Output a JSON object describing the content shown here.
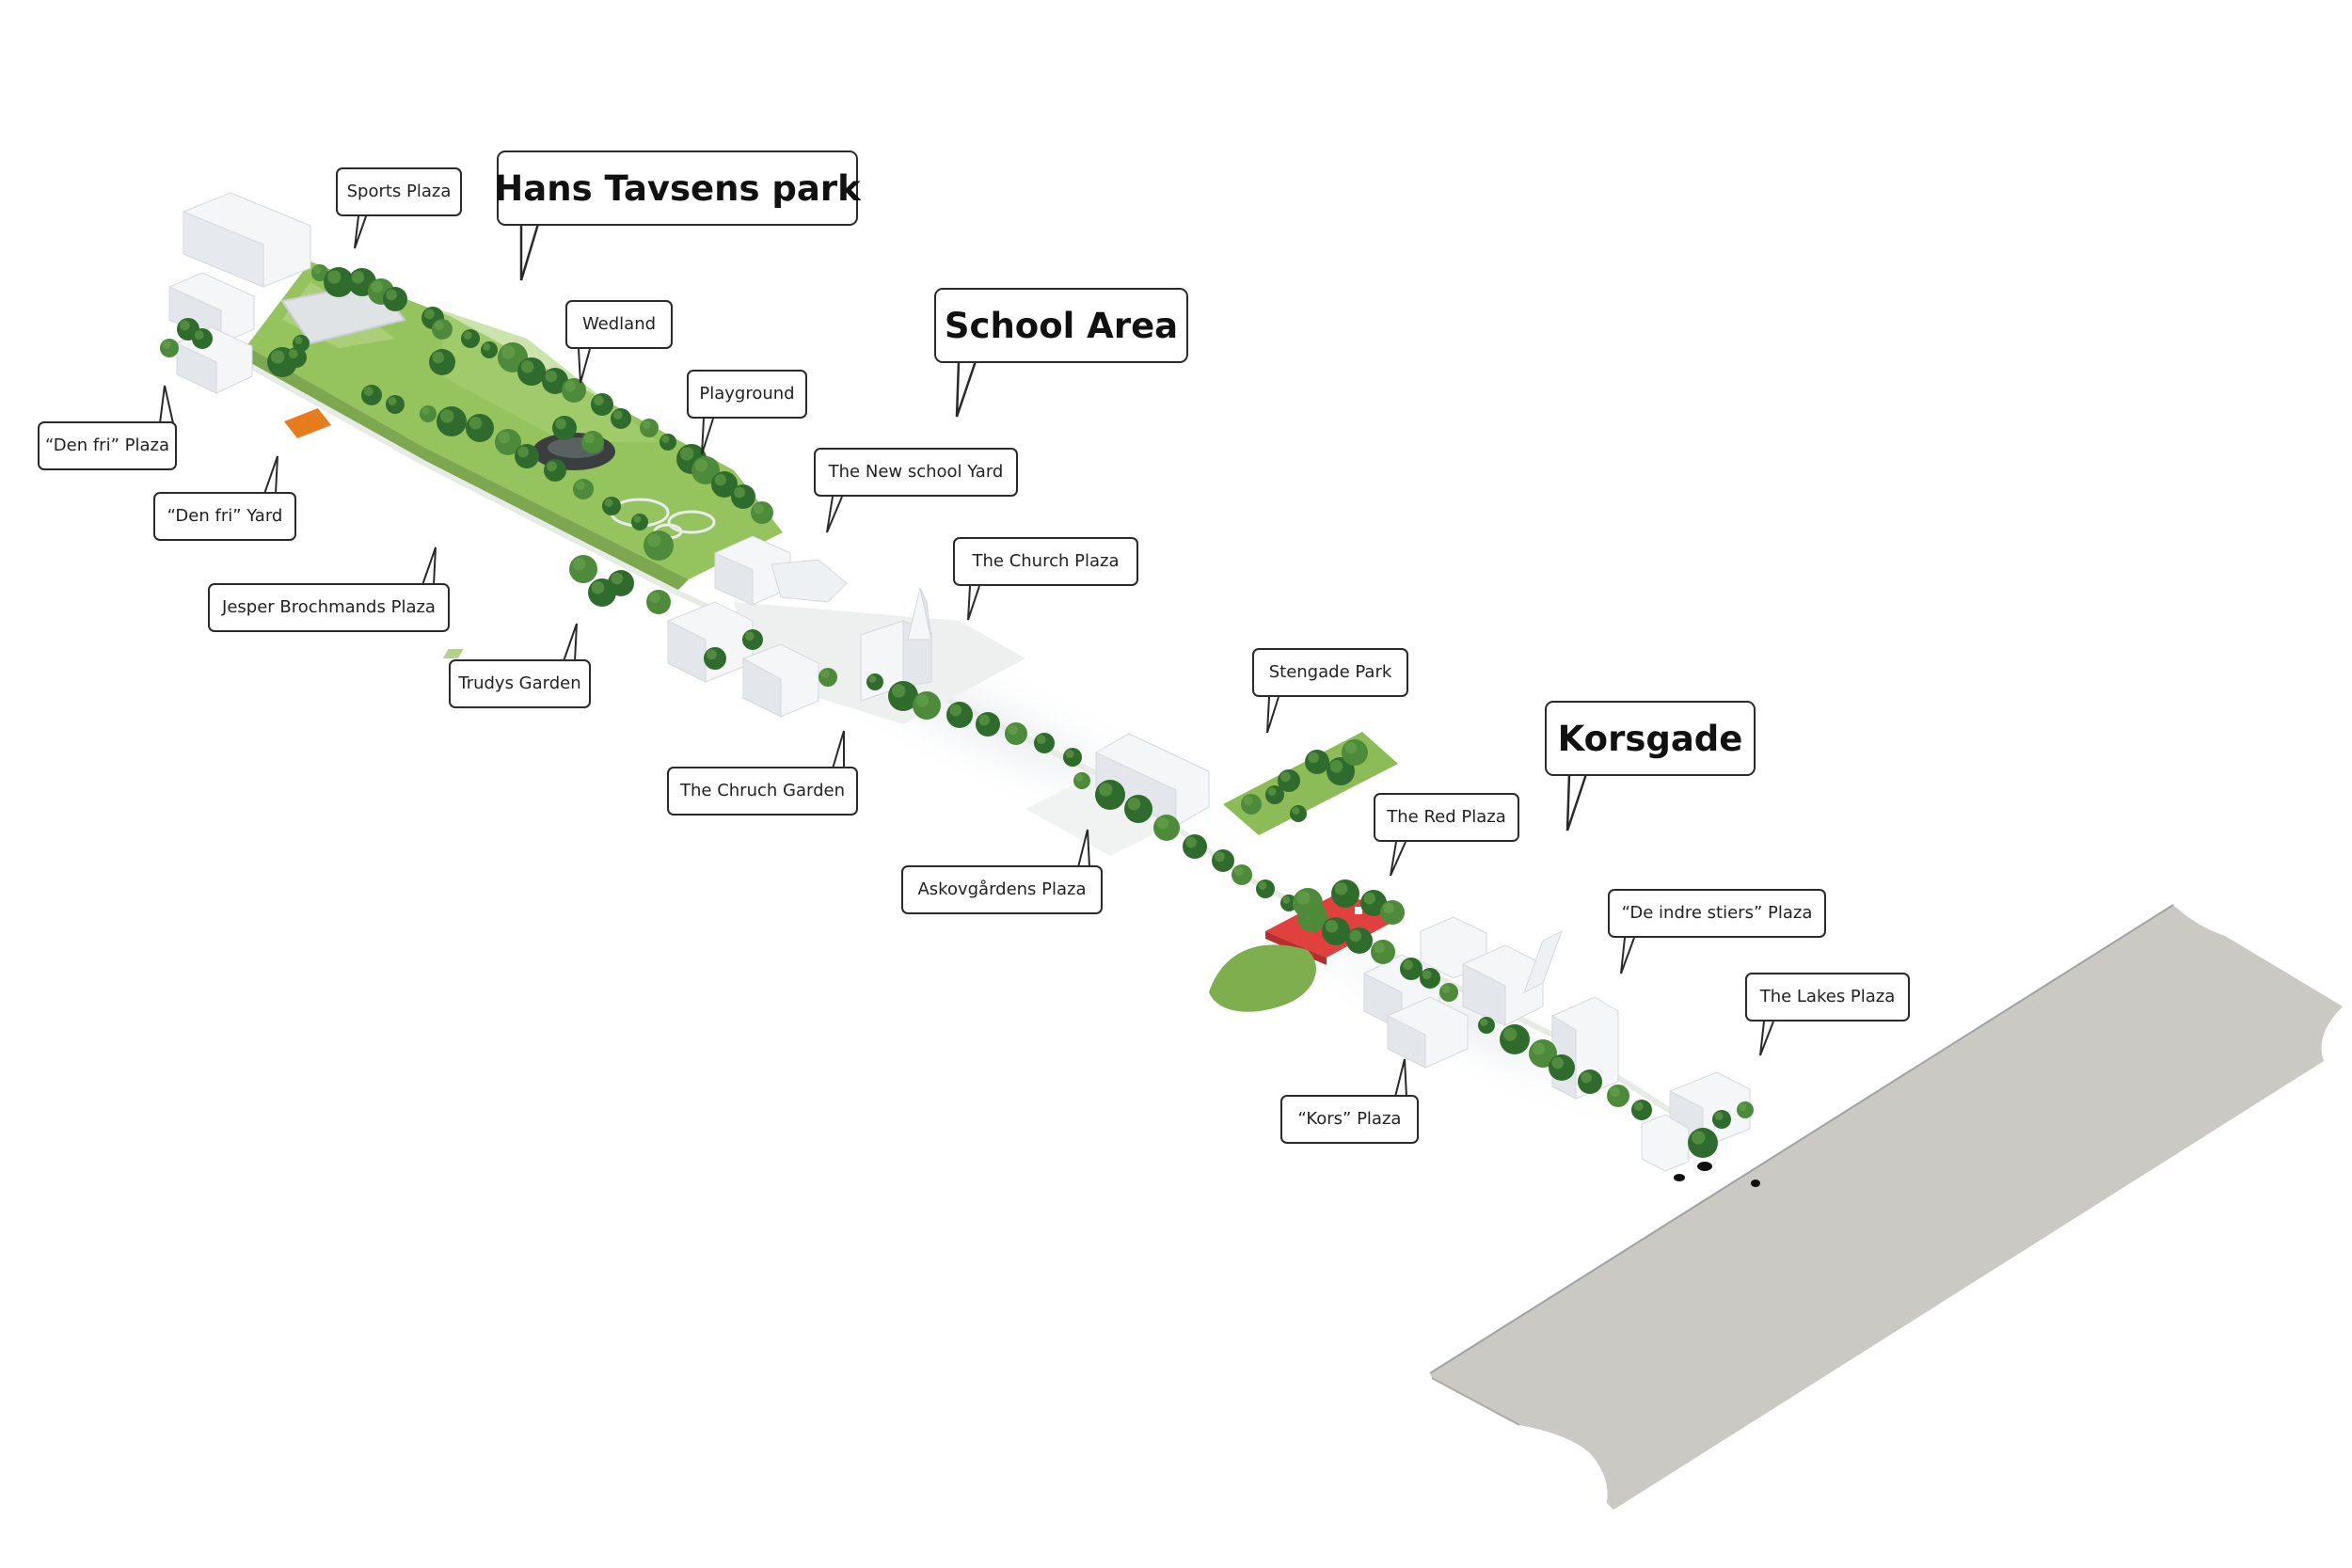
{
  "colors": {
    "lawn": "#8fbf5a",
    "lawn_light": "#a8cf72",
    "tree": "#2f6b2c",
    "tree_light": "#4d8a3a",
    "building": "#f4f6f8",
    "building_shade": "#dde2e8",
    "red_plaza": "#e0413f",
    "lake_surface": "#cac9c3",
    "pond": "#3a3e3e",
    "callout_border": "#2a2a2a"
  },
  "areas": {
    "hans_tavsens_park": "Hans Tavsens park",
    "school_area": "School Area",
    "korsgade": "Korsgade"
  },
  "places": {
    "sports_plaza": "Sports Plaza",
    "wedland": "Wedland",
    "den_fri_plaza": "“Den fri” Plaza",
    "den_fri_yard": "“Den fri” Yard",
    "jesper_brochmands_plaza": "Jesper Brochmands Plaza",
    "trudys_garden": "Trudys Garden",
    "playground": "Playground",
    "new_school_yard": "The New school Yard",
    "church_plaza": "The Church Plaza",
    "church_garden": "The Chruch Garden",
    "stengade_park": "Stengade Park",
    "askovgardens_plaza": "Askovgårdens Plaza",
    "red_plaza": "The Red Plaza",
    "de_indre_stiers_plaza": "“De indre stiers” Plaza",
    "lakes_plaza": "The Lakes Plaza",
    "kors_plaza": "“Kors” Plaza"
  }
}
